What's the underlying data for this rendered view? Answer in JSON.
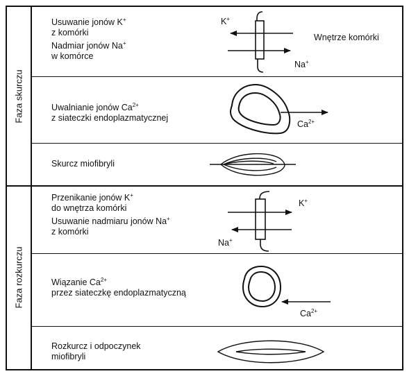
{
  "phases": {
    "contraction": "Faza skurczu",
    "relaxation": "Faza rozkurczu"
  },
  "rows": {
    "r1": {
      "line1": "Usuwanie jonów K",
      "line1_sup": "+",
      "line2": "z komórki",
      "line3": "Nadmiar jonów Na",
      "line3_sup": "+",
      "line4": "w komórce",
      "ion_k": "K",
      "ion_k_sup": "+",
      "ion_na": "Na",
      "ion_na_sup": "+",
      "inside_label": "Wnętrze komórki"
    },
    "r2": {
      "line1": "Uwalnianie jonów Ca",
      "line1_sup": "2+",
      "line2": "z siateczki endoplazmatycznej",
      "ion": "Ca",
      "ion_sup": "2+"
    },
    "r3": {
      "line1": "Skurcz miofibryli"
    },
    "r4": {
      "line1": "Przenikanie jonów K",
      "line1_sup": "+",
      "line2": "do wnętrza komórki",
      "line3": "Usuwanie nadmiaru jonów Na",
      "line3_sup": "+",
      "line4": "z komórki",
      "ion_k": "K",
      "ion_k_sup": "+",
      "ion_na": "Na",
      "ion_na_sup": "+"
    },
    "r5": {
      "line1": "Wiązanie Ca",
      "line1_sup": "2+",
      "line2": "przez siateczkę endoplazmatyczną",
      "ion": "Ca",
      "ion_sup": "2+"
    },
    "r6": {
      "line1": "Rozkurcz i odpoczynek",
      "line2": "miofibryli"
    }
  }
}
